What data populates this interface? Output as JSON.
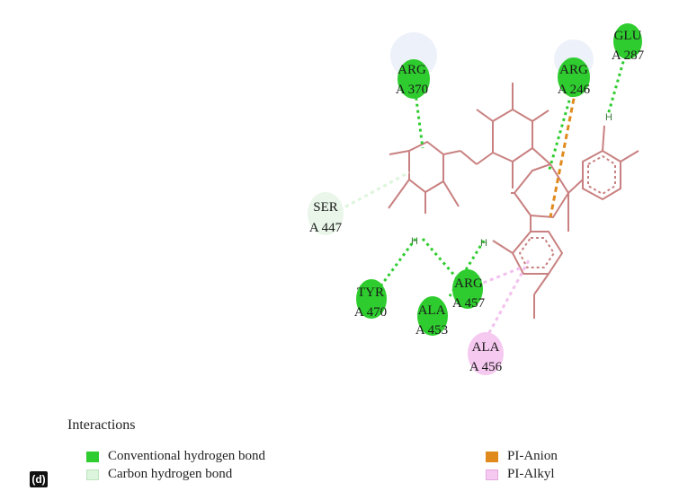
{
  "residues": [
    {
      "id": "arg370",
      "name": "ARG",
      "number": "A 370",
      "type": "conventional"
    },
    {
      "id": "arg246",
      "name": "ARG",
      "number": "A 246",
      "type": "conventional"
    },
    {
      "id": "glu287",
      "name": "GLU",
      "number": "A 287",
      "type": "conventional"
    },
    {
      "id": "ser447",
      "name": "SER",
      "number": "A 447",
      "type": "carbon"
    },
    {
      "id": "tyr470",
      "name": "TYR",
      "number": "A 470",
      "type": "conventional"
    },
    {
      "id": "arg457",
      "name": "ARG",
      "number": "A 457",
      "type": "conventional"
    },
    {
      "id": "ala453",
      "name": "ALA",
      "number": "A 453",
      "type": "conventional"
    },
    {
      "id": "ala456",
      "name": "ALA",
      "number": "A 456",
      "type": "pi-alkyl"
    }
  ],
  "hydrogen_label": "H",
  "legend": {
    "title": "Interactions",
    "items": [
      {
        "label": "Conventional hydrogen bond",
        "color": "#2ecc2e"
      },
      {
        "label": "Carbon hydrogen bond",
        "color": "#dcf5dc"
      },
      {
        "label": "PI-Anion",
        "color": "#e08a1e"
      },
      {
        "label": "PI-Alkyl",
        "color": "#f6c9f0"
      }
    ]
  },
  "panel_label": "(d)",
  "colors": {
    "conventional": "#2ecc2e",
    "carbon": "#dcf5dc",
    "pi_anion": "#e08a1e",
    "pi_alkyl": "#f3c0ee",
    "bond": "#c98080"
  }
}
